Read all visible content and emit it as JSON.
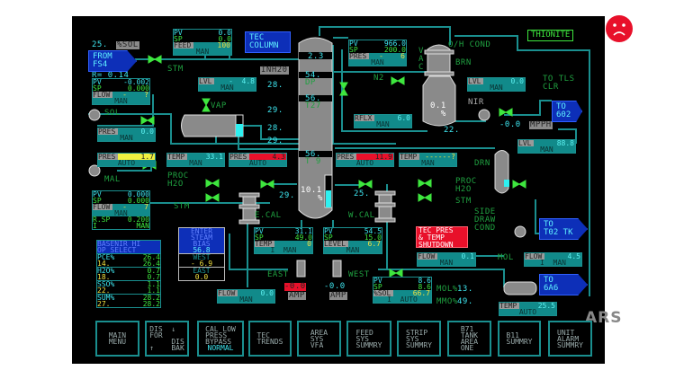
{
  "colors": {
    "pipe": "#1a8f8f",
    "valve": "#3ee63e",
    "alarm": "#e8102a",
    "tag": "#0d2fb8",
    "text_cyan": "#3ee6f0",
    "text_green": "#3ee63e",
    "status_face": "#e8102a"
  },
  "status_icon": "sad-face-icon",
  "watermark": "ARS",
  "header": {
    "tec_column": "TEC\nCOLUMN",
    "thionite": "THIONITE"
  },
  "tags": [
    {
      "text": "FROM\nFS4"
    },
    {
      "text": "TO\n602"
    },
    {
      "text": "TO\nT02 TK"
    },
    {
      "text": "TO\n6A6"
    }
  ],
  "labels": [
    {
      "text": "25.",
      "color": "#3ee6f0"
    },
    {
      "text": "%SOL",
      "color": "#222",
      "box": true
    },
    {
      "text": "R= 0.14",
      "color": "#3ee6f0"
    },
    {
      "text": "STM",
      "color": "#1fa040"
    },
    {
      "text": "VAP",
      "color": "#1fa040"
    },
    {
      "text": "SOL",
      "color": "#1fa040"
    },
    {
      "text": "INH20",
      "color": "#222",
      "box": true
    },
    {
      "text": "28.",
      "color": "#3ee6f0"
    },
    {
      "text": "29.",
      "color": "#3ee6f0"
    },
    {
      "text": "28.",
      "color": "#3ee6f0"
    },
    {
      "text": "29.",
      "color": "#3ee6f0"
    },
    {
      "text": "2.3",
      "color": "#3ee6f0"
    },
    {
      "text": "54.",
      "color": "#3ee6f0"
    },
    {
      "text": "DP",
      "color": "#1fa040"
    },
    {
      "text": "56.",
      "color": "#3ee6f0"
    },
    {
      "text": "T27",
      "color": "#1fa040"
    },
    {
      "text": "56.",
      "color": "#3ee6f0"
    },
    {
      "text": "T 9",
      "color": "#1fa040"
    },
    {
      "text": "10.1",
      "color": "#ffffff"
    },
    {
      "text": "%",
      "color": "#ffffff"
    },
    {
      "text": "O/H COND",
      "color": "#1fa040"
    },
    {
      "text": "V\nA\nC",
      "color": "#1fa040"
    },
    {
      "text": "BRN",
      "color": "#1fa040"
    },
    {
      "text": "N2",
      "color": "#1fa040"
    },
    {
      "text": "0.1\n  %",
      "color": "#ffffff"
    },
    {
      "text": "22.",
      "color": "#3ee6f0"
    },
    {
      "text": "NIR",
      "color": "#aaaaaa"
    },
    {
      "text": "-0.0",
      "color": "#3ee6f0"
    },
    {
      "text": "MPPH",
      "color": "#222",
      "box": true
    },
    {
      "text": "TO TLS\nCLR",
      "color": "#1fa040"
    },
    {
      "text": "MAL",
      "color": "#1fa040"
    },
    {
      "text": "PROC\nH2O",
      "color": "#1fa040"
    },
    {
      "text": "STM",
      "color": "#1fa040"
    },
    {
      "text": "29.",
      "color": "#3ee6f0"
    },
    {
      "text": "E.CAL",
      "color": "#1fa040"
    },
    {
      "text": "25.",
      "color": "#3ee6f0"
    },
    {
      "text": "W.CAL",
      "color": "#1fa040"
    },
    {
      "text": "PROC\nH2O",
      "color": "#1fa040"
    },
    {
      "text": "STM",
      "color": "#1fa040"
    },
    {
      "text": "DRN",
      "color": "#1fa040"
    },
    {
      "text": "SIDE\nDRAW\nCOND",
      "color": "#1fa040"
    },
    {
      "text": "EAST",
      "color": "#1fa040"
    },
    {
      "text": "WEST",
      "color": "#1fa040"
    },
    {
      "text": "-0.0",
      "color": "#222",
      "alarm": true
    },
    {
      "text": "AMP",
      "color": "#222",
      "box": true
    },
    {
      "text": "-0.0",
      "color": "#3ee6f0"
    },
    {
      "text": "AMP",
      "color": "#222",
      "box": true
    },
    {
      "text": "MOL",
      "color": "#1fa040"
    },
    {
      "text": "MOL%",
      "color": "#1fa040"
    },
    {
      "text": "13.",
      "color": "#3ee6f0"
    },
    {
      "text": "MMO%",
      "color": "#1fa040"
    },
    {
      "text": "49.",
      "color": "#3ee6f0"
    }
  ],
  "faceplates": [
    {
      "rows": [
        {
          "kind": "pv",
          "label": "PV",
          "value": "0.0"
        },
        {
          "kind": "sp",
          "label": "SP",
          "value": "0.0"
        },
        {
          "kind": "var",
          "label": "FEED",
          "value": "100",
          "state": "yellow"
        }
      ],
      "mode": "MAN"
    },
    {
      "rows": [
        {
          "kind": "pv",
          "label": "PV",
          "value": "-0.002"
        },
        {
          "kind": "sp",
          "label": "SP",
          "value": "0.000"
        },
        {
          "kind": "var",
          "label": "FLOW",
          "value": "-    ?",
          "state": "yellow"
        }
      ],
      "mode": "MAN"
    },
    {
      "rows": [
        {
          "kind": "var",
          "label": "PRES",
          "value": "0.0"
        }
      ],
      "mode": "MAN"
    },
    {
      "rows": [
        {
          "kind": "var",
          "label": "LVL",
          "value": "-  4.8"
        }
      ],
      "mode": "MAN"
    },
    {
      "rows": [
        {
          "kind": "pv",
          "label": "PV",
          "value": "966.0"
        },
        {
          "kind": "sp",
          "label": "SP",
          "value": "200.0"
        },
        {
          "kind": "var",
          "label": "PRES",
          "value": "-    6",
          "state": "yellow"
        }
      ],
      "mode": "MAN"
    },
    {
      "rows": [
        {
          "kind": "var",
          "label": "LVL",
          "value": "0.0"
        }
      ],
      "mode": "MAN"
    },
    {
      "rows": [
        {
          "kind": "var",
          "label": "RFLX",
          "value": "6.0"
        }
      ],
      "mode": "MAN"
    },
    {
      "rows": [
        {
          "kind": "var",
          "label": "LVL",
          "value": "88.8"
        }
      ],
      "mode": "MAN"
    },
    {
      "rows": [
        {
          "kind": "var",
          "label": "PRES",
          "value": "1.7",
          "state": "warnbg"
        }
      ],
      "mode": "AUTO"
    },
    {
      "rows": [
        {
          "kind": "var",
          "label": "TEMP",
          "value": "33.1"
        }
      ],
      "mode": "MAN"
    },
    {
      "rows": [
        {
          "kind": "var",
          "label": "PRES",
          "value": "4.3",
          "state": "alarm"
        }
      ],
      "mode": "AUTO"
    },
    {
      "rows": [
        {
          "kind": "var",
          "label": "PRES",
          "value": "11.9",
          "state": "alarm"
        }
      ],
      "mode": "AUTO"
    },
    {
      "rows": [
        {
          "kind": "var",
          "label": "TEMP",
          "value": "------?",
          "state": "yellow"
        }
      ],
      "mode": "MAN"
    },
    {
      "rows": [
        {
          "kind": "pv",
          "label": "PV",
          "value": "0.000"
        },
        {
          "kind": "sp",
          "label": "SP",
          "value": "0.000"
        },
        {
          "kind": "var",
          "label": "FLOW",
          "value": "-    7",
          "state": "yellow"
        }
      ],
      "mode": "MAN",
      "extra": [
        {
          "label": "R.SP",
          "value": "0.200"
        },
        {
          "label": "I",
          "value": "MAN"
        }
      ]
    },
    {
      "rows": [
        {
          "kind": "pv",
          "label": "PV",
          "value": "31.1"
        },
        {
          "kind": "sp",
          "label": "SP",
          "value": "49.0"
        },
        {
          "kind": "var",
          "label": "TEMP",
          "value": "0",
          "state": "yellow"
        }
      ],
      "mode": "I  MAN"
    },
    {
      "rows": [
        {
          "kind": "pv",
          "label": "PV",
          "value": "54.5"
        },
        {
          "kind": "sp",
          "label": "SP",
          "value": "15.0"
        },
        {
          "kind": "var",
          "label": "LEVEL",
          "value": "6.7",
          "state": "yellow"
        }
      ],
      "mode": "MAN"
    },
    {
      "rows": [
        {
          "kind": "var",
          "label": "FLOW",
          "value": "0.1"
        }
      ],
      "mode": "MAN"
    },
    {
      "rows": [
        {
          "kind": "var",
          "label": "FLOW",
          "value": "4.5"
        }
      ],
      "mode": "I  MAN"
    },
    {
      "rows": [
        {
          "kind": "var",
          "label": "FLOW",
          "value": "0.0"
        }
      ],
      "mode": "MAN"
    },
    {
      "rows": [
        {
          "kind": "pv",
          "label": "PV",
          "value": "8.6"
        },
        {
          "kind": "sp",
          "label": "SP",
          "value": "8.6"
        },
        {
          "kind": "var",
          "label": "%SOL",
          "value": "66.7",
          "state": "yellow"
        }
      ],
      "mode": "I  AUTO"
    },
    {
      "rows": [
        {
          "kind": "var",
          "label": "TEMP",
          "value": "25.5"
        }
      ],
      "mode": "AUTO"
    }
  ],
  "basenir": {
    "title": "BASENIR HI\nOP SELECT",
    "rows": [
      {
        "name": "PCE%",
        "v1": "26.4",
        "code": "14.",
        "v2": "26.4"
      },
      {
        "name": "H2O%",
        "v1": "0.7",
        "code": "18.",
        "v2": "0.7"
      },
      {
        "name": "SSO%",
        "v1": "1.1",
        "code": "22.",
        "v2": "1.1"
      },
      {
        "name": "SUM%",
        "v1": "28.2",
        "code": "27.",
        "v2": "28.2"
      }
    ]
  },
  "steam_bias": {
    "title": "ENTER\nSTEAM\nBIAS",
    "value": "56.8",
    "west_label": "WEST",
    "west_value": "-  6.9",
    "east_label": "EAST",
    "east_value": "0.0"
  },
  "shutdown": {
    "text": "TEC PRES\n& TEMP\nSHUTDOWN"
  },
  "menu": [
    {
      "text": "MAIN\nMENU"
    },
    {
      "text": "DIS  ↓\nFOR\n     DIS\n↑    BAK"
    },
    {
      "text": "CAL LOW\nPRESS\nBYPASS",
      "status": "NORMAL"
    },
    {
      "text": "TEC\nTRENDS"
    },
    {
      "text": "AREA\nSYS\nVFA"
    },
    {
      "text": "FEED\nSYS\nSUMMRY"
    },
    {
      "text": "STRIP\nSYS\nSUMMRY"
    },
    {
      "text": "B71\nTANK\nAREA\nONE"
    },
    {
      "text": "B11\nSUMMRY"
    },
    {
      "text": "UNIT\nALARM\nSUMMRY"
    }
  ]
}
